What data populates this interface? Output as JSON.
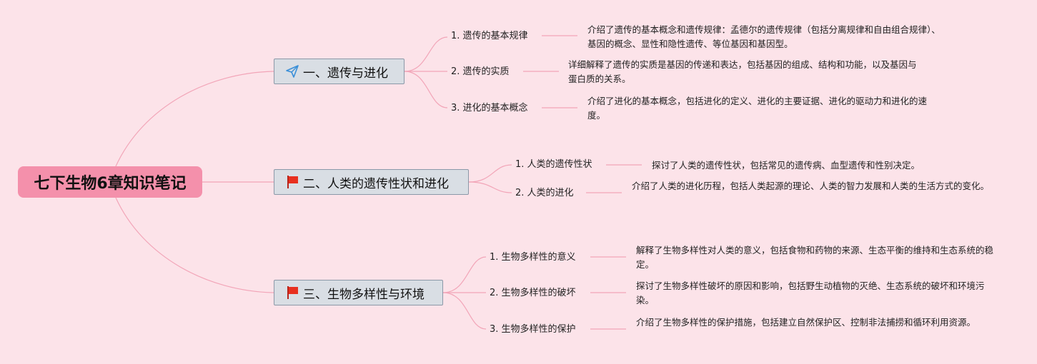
{
  "mindmap": {
    "root": {
      "label": "七下生物6章知识笔记"
    },
    "branches": [
      {
        "label": "一、遗传与进化",
        "icon": "paper-plane-icon",
        "children": [
          {
            "label": "1. 遗传的基本规律",
            "desc": "介绍了遗传的基本概念和遗传规律：孟德尔的遗传规律（包括分离规律和自由组合规律）、基因的概念、显性和隐性遗传、等位基因和基因型。"
          },
          {
            "label": "2. 遗传的实质",
            "desc": "详细解释了遗传的实质是基因的传递和表达，包括基因的组成、结构和功能，以及基因与蛋白质的关系。"
          },
          {
            "label": "3. 进化的基本概念",
            "desc": "介绍了进化的基本概念，包括进化的定义、进化的主要证据、进化的驱动力和进化的速度。"
          }
        ]
      },
      {
        "label": "二、人类的遗传性状和进化",
        "icon": "red-flag-icon",
        "children": [
          {
            "label": "1. 人类的遗传性状",
            "desc": "探讨了人类的遗传性状，包括常见的遗传病、血型遗传和性别决定。"
          },
          {
            "label": "2. 人类的进化",
            "desc": "介绍了人类的进化历程，包括人类起源的理论、人类的智力发展和人类的生活方式的变化。"
          }
        ]
      },
      {
        "label": "三、生物多样性与环境",
        "icon": "red-flag-icon",
        "children": [
          {
            "label": "1. 生物多样性的意义",
            "desc": "解释了生物多样性对人类的意义，包括食物和药物的来源、生态平衡的维持和生态系统的稳定。"
          },
          {
            "label": "2. 生物多样性的破坏",
            "desc": "探讨了生物多样性破坏的原因和影响，包括野生动植物的灭绝、生态系统的破坏和环境污染。"
          },
          {
            "label": "3. 生物多样性的保护",
            "desc": "介绍了生物多样性的保护措施，包括建立自然保护区、控制非法捕捞和循环利用资源。"
          }
        ]
      }
    ],
    "colors": {
      "background": "#FCE3E9",
      "root_fill": "#F490AB",
      "branch_fill": "#D9DEE4",
      "branch_border": "#8B98A8",
      "connector": "#F2A5B8",
      "flag": "#E8301F",
      "plane": "#3A8FD8"
    }
  }
}
